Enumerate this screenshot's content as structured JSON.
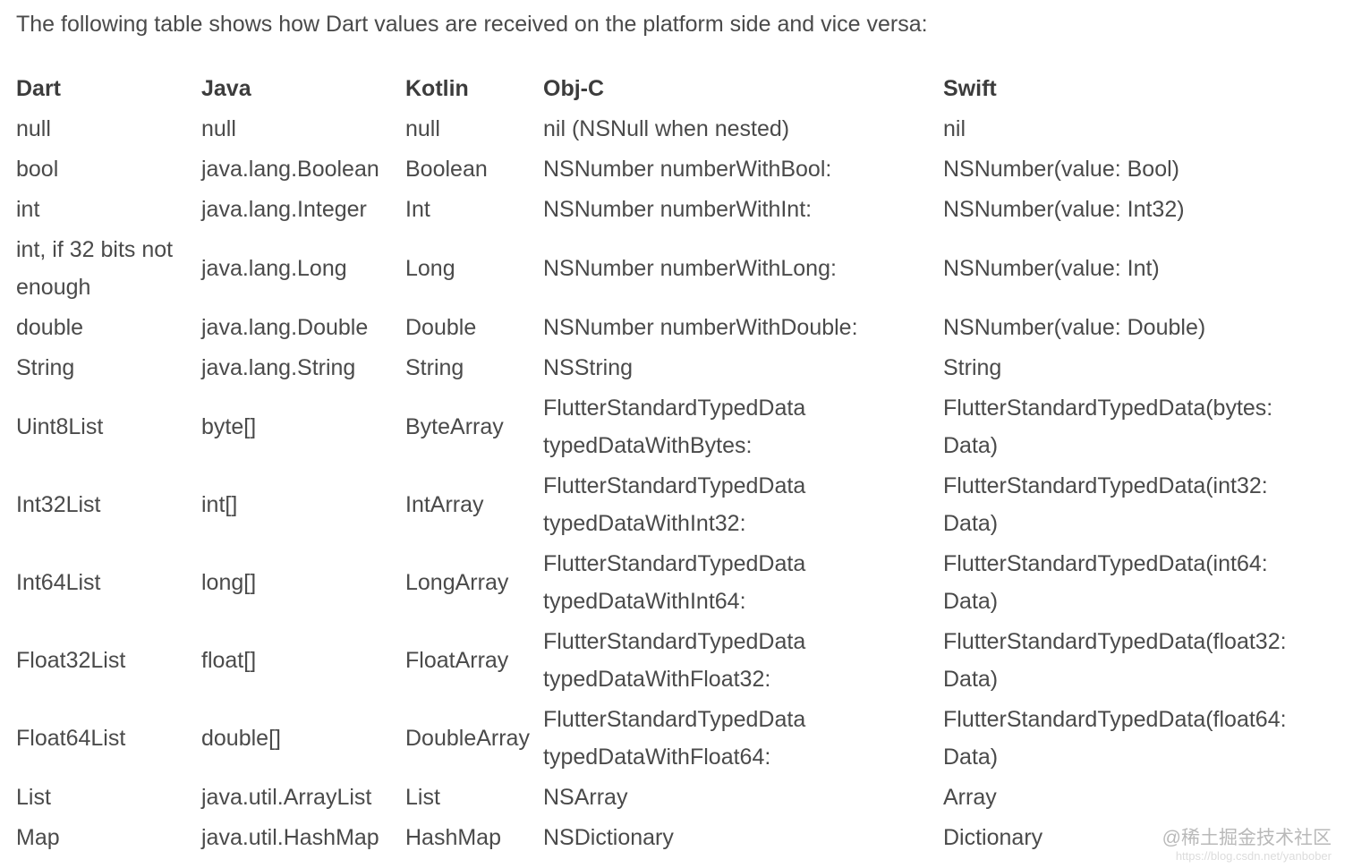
{
  "page": {
    "intro": "The following table shows how Dart values are received on the platform side and vice versa:"
  },
  "table": {
    "headers": [
      "Dart",
      "Java",
      "Kotlin",
      "Obj-C",
      "Swift"
    ],
    "rows": [
      {
        "dart": "null",
        "java": "null",
        "kotlin": "null",
        "objc": "nil (NSNull when nested)",
        "swift": "nil"
      },
      {
        "dart": "bool",
        "java": "java.lang.Boolean",
        "kotlin": "Boolean",
        "objc": "NSNumber numberWithBool:",
        "swift": "NSNumber(value: Bool)"
      },
      {
        "dart": "int",
        "java": "java.lang.Integer",
        "kotlin": "Int",
        "objc": "NSNumber numberWithInt:",
        "swift": "NSNumber(value: Int32)"
      },
      {
        "dart": "int, if 32 bits not\nenough",
        "java": "java.lang.Long",
        "kotlin": "Long",
        "objc": "NSNumber numberWithLong:",
        "swift": "NSNumber(value: Int)"
      },
      {
        "dart": "double",
        "java": "java.lang.Double",
        "kotlin": "Double",
        "objc": "NSNumber numberWithDouble:",
        "swift": "NSNumber(value: Double)"
      },
      {
        "dart": "String",
        "java": "java.lang.String",
        "kotlin": "String",
        "objc": "NSString",
        "swift": "String"
      },
      {
        "dart": "Uint8List",
        "java": "byte[]",
        "kotlin": "ByteArray",
        "objc": "FlutterStandardTypedData\ntypedDataWithBytes:",
        "swift": "FlutterStandardTypedData(bytes:\nData)"
      },
      {
        "dart": "Int32List",
        "java": "int[]",
        "kotlin": "IntArray",
        "objc": "FlutterStandardTypedData\ntypedDataWithInt32:",
        "swift": "FlutterStandardTypedData(int32:\nData)"
      },
      {
        "dart": "Int64List",
        "java": "long[]",
        "kotlin": "LongArray",
        "objc": "FlutterStandardTypedData\ntypedDataWithInt64:",
        "swift": "FlutterStandardTypedData(int64:\nData)"
      },
      {
        "dart": "Float32List",
        "java": "float[]",
        "kotlin": "FloatArray",
        "objc": "FlutterStandardTypedData\ntypedDataWithFloat32:",
        "swift": "FlutterStandardTypedData(float32:\nData)"
      },
      {
        "dart": "Float64List",
        "java": "double[]",
        "kotlin": "DoubleArray",
        "objc": "FlutterStandardTypedData\ntypedDataWithFloat64:",
        "swift": "FlutterStandardTypedData(float64:\nData)"
      },
      {
        "dart": "List",
        "java": "java.util.ArrayList",
        "kotlin": "List",
        "objc": "NSArray",
        "swift": "Array"
      },
      {
        "dart": "Map",
        "java": "java.util.HashMap",
        "kotlin": "HashMap",
        "objc": "NSDictionary",
        "swift": "Dictionary"
      }
    ]
  },
  "watermark": {
    "community": "@稀土掘金技术社区",
    "url": "https://blog.csdn.net/yanbober"
  },
  "colors": {
    "text": "#4a4a4a",
    "heading": "#3c3c3c",
    "watermark_primary": "#b9b9b9",
    "watermark_secondary": "#dcdcdc",
    "background": "#ffffff"
  }
}
